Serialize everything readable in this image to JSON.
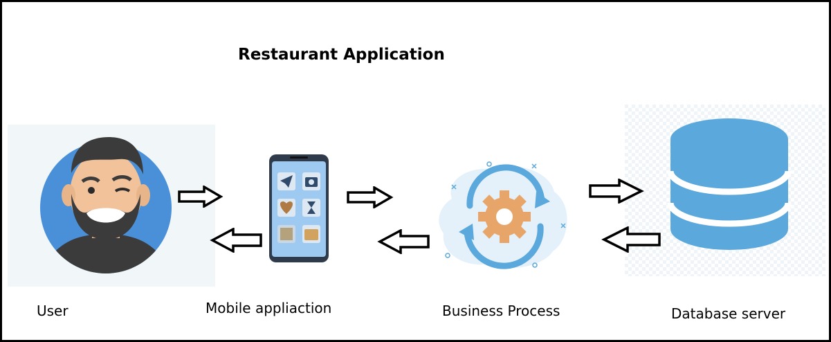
{
  "title": "Restaurant Application",
  "nodes": {
    "user": {
      "label": "User",
      "icon": "user-avatar-icon"
    },
    "mobile": {
      "label": "Mobile appliaction",
      "icon": "smartphone-icon"
    },
    "business": {
      "label": "Business Process",
      "icon": "gear-process-icon"
    },
    "database": {
      "label": "Database server",
      "icon": "database-icon"
    }
  },
  "colors": {
    "avatar_bg": "#4a90d9",
    "db_blue": "#5aa8dc",
    "phone_screen": "#9ec9f0",
    "gear_orange": "#e8a56a",
    "arrow_stroke": "#000000"
  }
}
